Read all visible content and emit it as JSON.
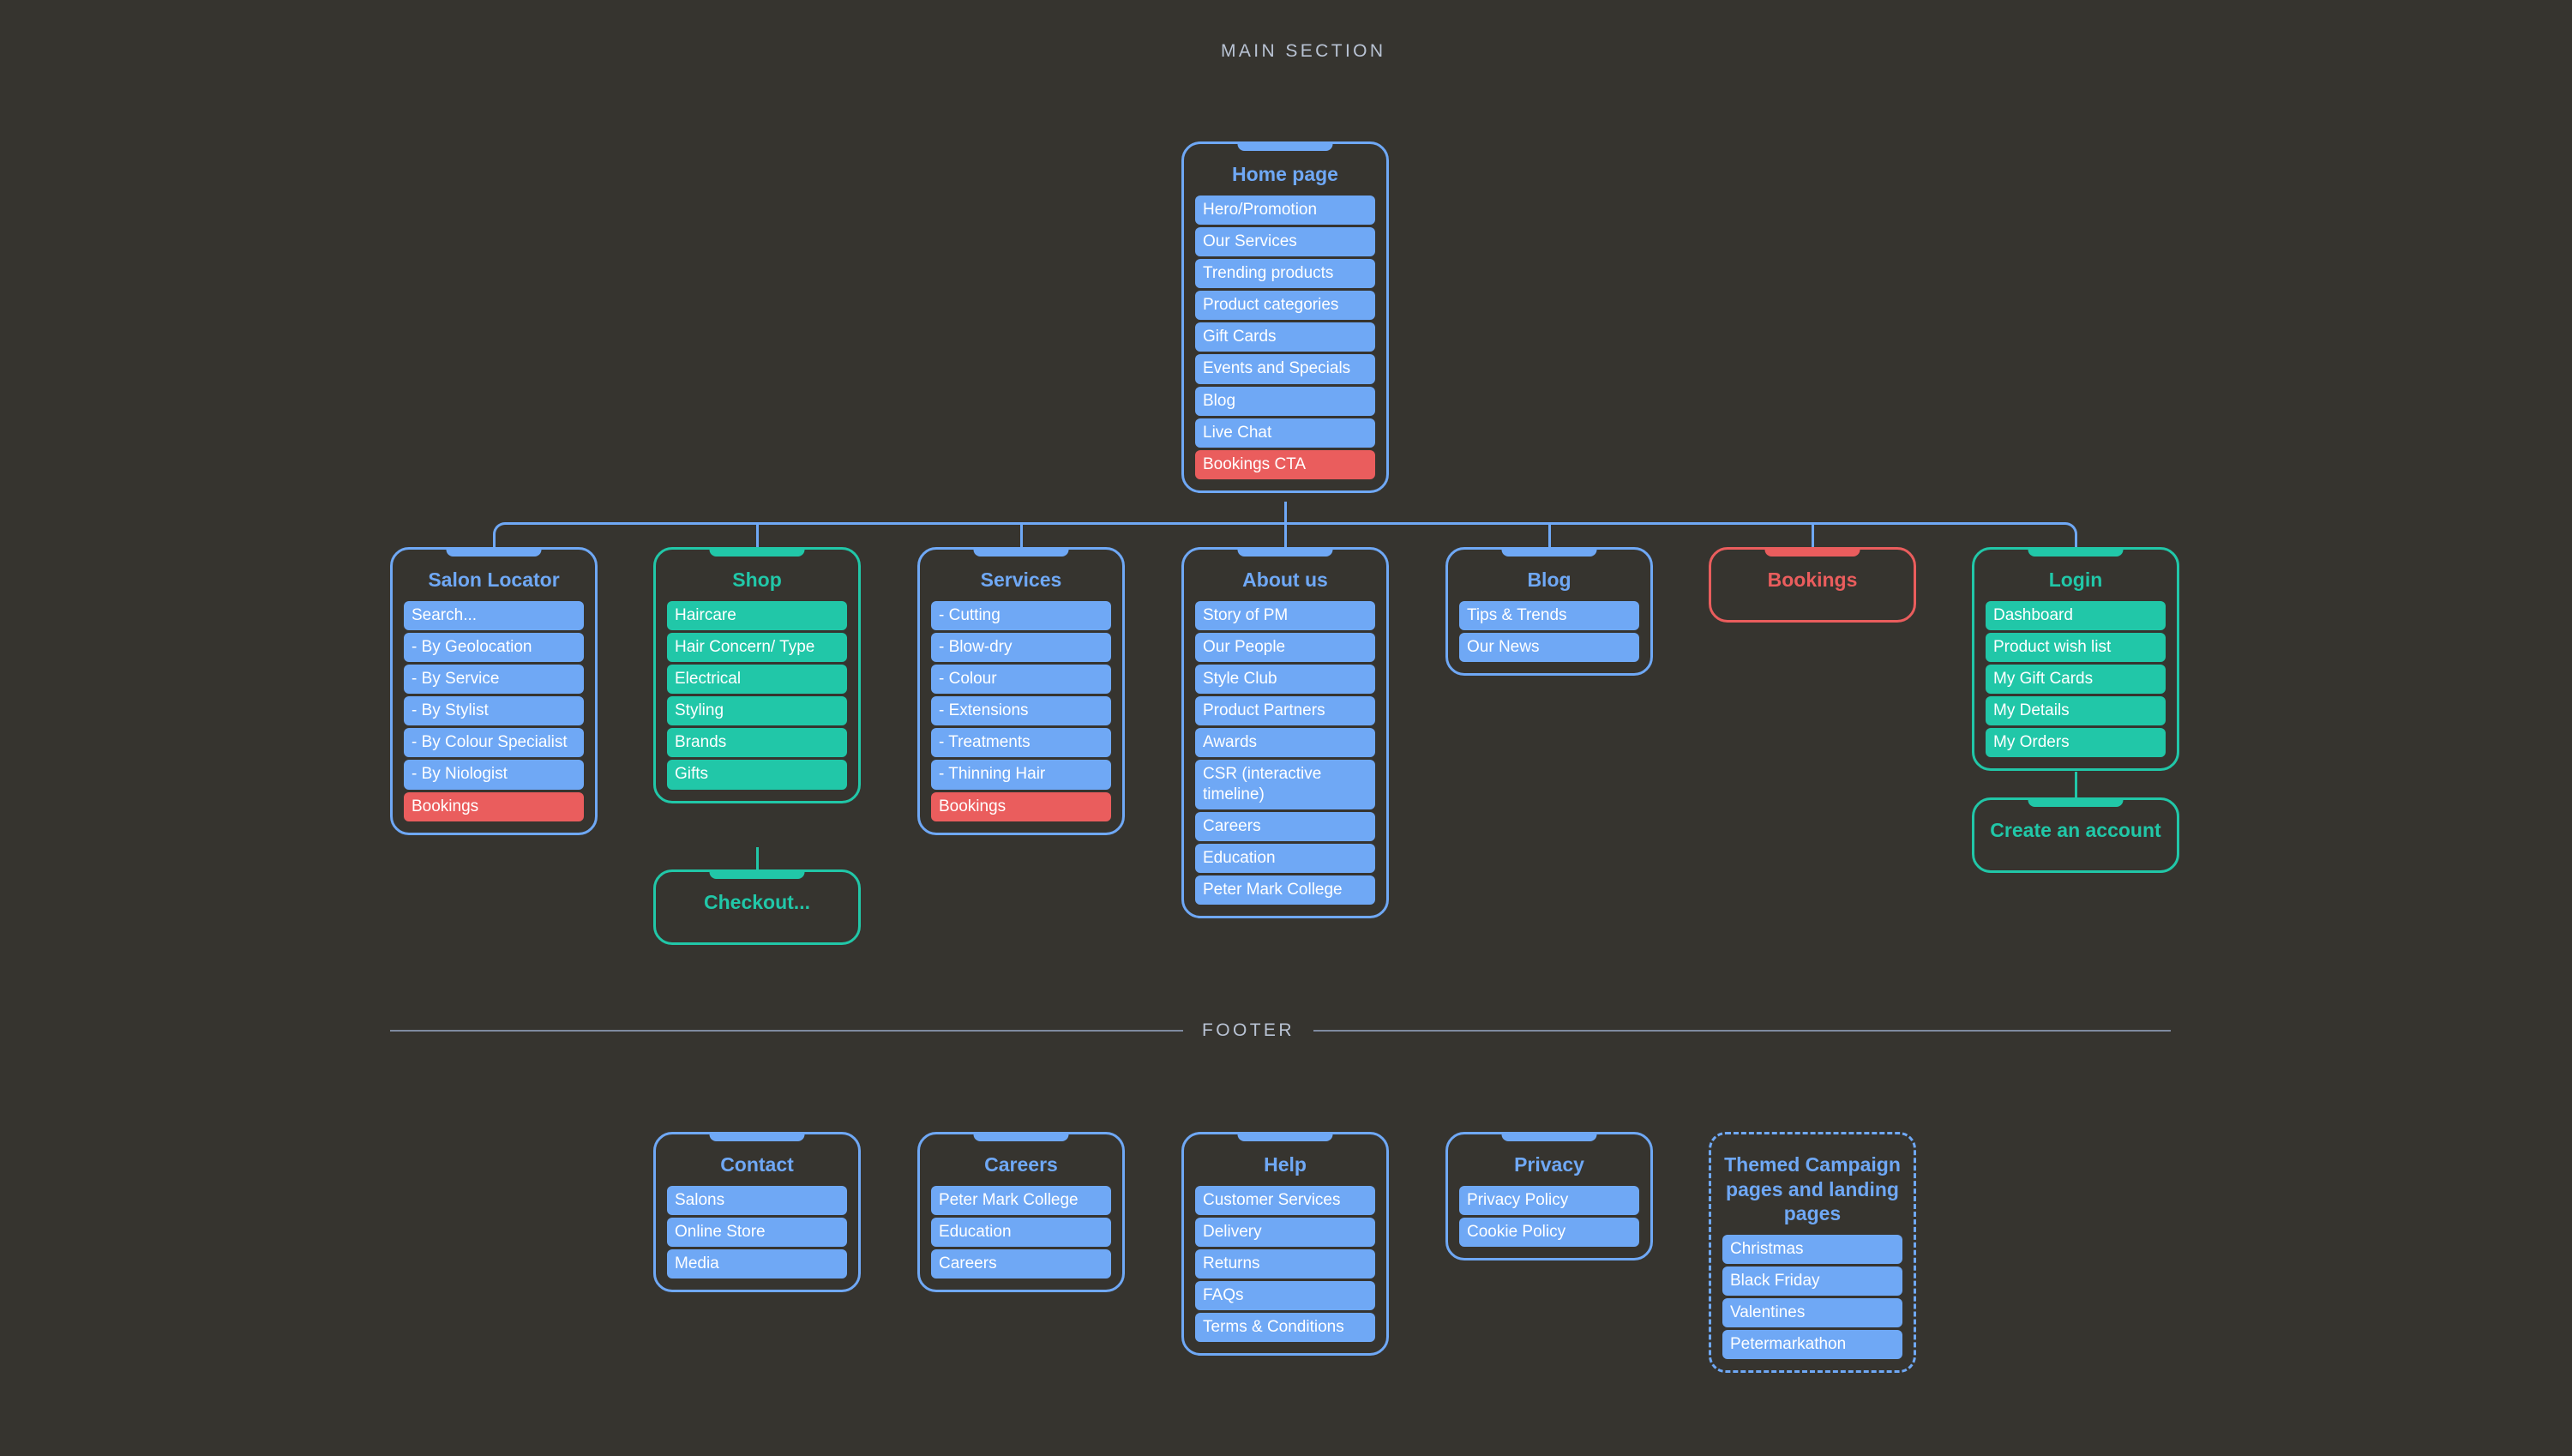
{
  "sections": {
    "main_label": "MAIN SECTION",
    "footer_label": "FOOTER"
  },
  "colors": {
    "background": "#36342f",
    "blue": "#6fa8f5",
    "teal": "#21c7a8",
    "red": "#ea5d5d",
    "caption": "#b9c3d4",
    "divider": "#7f8aa0"
  },
  "root": {
    "title": "Home page",
    "accent": "blue",
    "items": [
      {
        "label": "Hero/Promotion",
        "accent": "blue"
      },
      {
        "label": "Our Services",
        "accent": "blue"
      },
      {
        "label": "Trending products",
        "accent": "blue"
      },
      {
        "label": "Product categories",
        "accent": "blue"
      },
      {
        "label": "Gift Cards",
        "accent": "blue"
      },
      {
        "label": "Events and Specials",
        "accent": "blue"
      },
      {
        "label": "Blog",
        "accent": "blue"
      },
      {
        "label": "Live Chat",
        "accent": "blue"
      },
      {
        "label": "Bookings CTA",
        "accent": "red"
      }
    ]
  },
  "main_nodes": [
    {
      "title": "Salon Locator",
      "accent": "blue",
      "items": [
        {
          "label": "Search...",
          "accent": "blue"
        },
        {
          "label": "- By Geolocation",
          "accent": "blue"
        },
        {
          "label": "- By Service",
          "accent": "blue"
        },
        {
          "label": "- By Stylist",
          "accent": "blue"
        },
        {
          "label": "- By Colour Specialist",
          "accent": "blue"
        },
        {
          "label": "- By Niologist",
          "accent": "blue"
        },
        {
          "label": "Bookings",
          "accent": "red"
        }
      ]
    },
    {
      "title": "Shop",
      "accent": "teal",
      "items": [
        {
          "label": "Haircare",
          "accent": "teal"
        },
        {
          "label": "Hair Concern/ Type",
          "accent": "teal"
        },
        {
          "label": "Electrical",
          "accent": "teal"
        },
        {
          "label": "Styling",
          "accent": "teal"
        },
        {
          "label": "Brands",
          "accent": "teal"
        },
        {
          "label": "Gifts",
          "accent": "teal"
        }
      ]
    },
    {
      "title": "Services",
      "accent": "blue",
      "items": [
        {
          "label": "- Cutting",
          "accent": "blue"
        },
        {
          "label": "- Blow-dry",
          "accent": "blue"
        },
        {
          "label": "- Colour",
          "accent": "blue"
        },
        {
          "label": "- Extensions",
          "accent": "blue"
        },
        {
          "label": "- Treatments",
          "accent": "blue"
        },
        {
          "label": "- Thinning Hair",
          "accent": "blue"
        },
        {
          "label": "Bookings",
          "accent": "red"
        }
      ]
    },
    {
      "title": "About us",
      "accent": "blue",
      "items": [
        {
          "label": "Story of PM",
          "accent": "blue"
        },
        {
          "label": "Our People",
          "accent": "blue"
        },
        {
          "label": "Style Club",
          "accent": "blue"
        },
        {
          "label": "Product Partners",
          "accent": "blue"
        },
        {
          "label": "Awards",
          "accent": "blue"
        },
        {
          "label": "CSR (interactive timeline)",
          "accent": "blue"
        },
        {
          "label": "Careers",
          "accent": "blue"
        },
        {
          "label": "Education",
          "accent": "blue"
        },
        {
          "label": "Peter Mark College",
          "accent": "blue"
        }
      ]
    },
    {
      "title": "Blog",
      "accent": "blue",
      "items": [
        {
          "label": "Tips & Trends",
          "accent": "blue"
        },
        {
          "label": "Our News",
          "accent": "blue"
        }
      ]
    },
    {
      "title": "Bookings",
      "accent": "red",
      "items": []
    },
    {
      "title": "Login",
      "accent": "teal",
      "items": [
        {
          "label": "Dashboard",
          "accent": "teal"
        },
        {
          "label": "Product wish list",
          "accent": "teal"
        },
        {
          "label": "My Gift Cards",
          "accent": "teal"
        },
        {
          "label": "My Details",
          "accent": "teal"
        },
        {
          "label": "My Orders",
          "accent": "teal"
        }
      ]
    }
  ],
  "sub_nodes": {
    "checkout": {
      "title": "Checkout...",
      "accent": "teal",
      "items": []
    },
    "create_account": {
      "title": "Create an account",
      "accent": "teal",
      "items": []
    }
  },
  "footer_nodes": [
    {
      "title": "Contact",
      "accent": "blue",
      "items": [
        {
          "label": "Salons",
          "accent": "blue"
        },
        {
          "label": "Online Store",
          "accent": "blue"
        },
        {
          "label": "Media",
          "accent": "blue"
        }
      ]
    },
    {
      "title": "Careers",
      "accent": "blue",
      "items": [
        {
          "label": "Peter Mark College",
          "accent": "blue"
        },
        {
          "label": "Education",
          "accent": "blue"
        },
        {
          "label": "Careers",
          "accent": "blue"
        }
      ]
    },
    {
      "title": "Help",
      "accent": "blue",
      "items": [
        {
          "label": "Customer Services",
          "accent": "blue"
        },
        {
          "label": "Delivery",
          "accent": "blue"
        },
        {
          "label": "Returns",
          "accent": "blue"
        },
        {
          "label": "FAQs",
          "accent": "blue"
        },
        {
          "label": "Terms & Conditions",
          "accent": "blue"
        }
      ]
    },
    {
      "title": "Privacy",
      "accent": "blue",
      "items": [
        {
          "label": "Privacy Policy",
          "accent": "blue"
        },
        {
          "label": "Cookie Policy",
          "accent": "blue"
        }
      ]
    },
    {
      "title": "Themed Campaign pages and landing pages",
      "accent": "blue",
      "dashed": true,
      "items": [
        {
          "label": "Christmas",
          "accent": "blue"
        },
        {
          "label": "Black Friday",
          "accent": "blue"
        },
        {
          "label": "Valentines",
          "accent": "blue"
        },
        {
          "label": "Petermarkathon",
          "accent": "blue"
        }
      ]
    }
  ]
}
